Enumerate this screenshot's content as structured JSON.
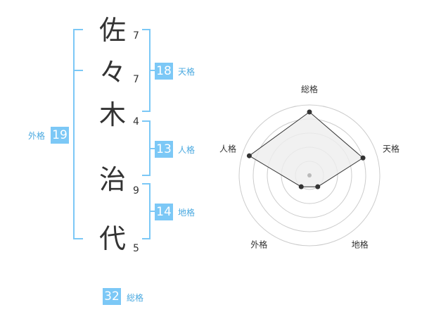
{
  "name": {
    "chars": [
      {
        "char": "佐",
        "strokes": "7"
      },
      {
        "char": "々",
        "strokes": "7"
      },
      {
        "char": "木",
        "strokes": "4"
      },
      {
        "char": "治",
        "strokes": "9"
      },
      {
        "char": "代",
        "strokes": "5"
      }
    ]
  },
  "kakusu": {
    "tenkaku": {
      "label": "天格",
      "value": "18"
    },
    "jinkaku": {
      "label": "人格",
      "value": "13"
    },
    "chikaku": {
      "label": "地格",
      "value": "14"
    },
    "gaikaku": {
      "label": "外格",
      "value": "19"
    },
    "soukaku": {
      "label": "総格",
      "value": "32"
    }
  },
  "chart_data": {
    "type": "radar",
    "axes": [
      "総格",
      "天格",
      "地格",
      "外格",
      "人格"
    ],
    "values": [
      4.5,
      4,
      1,
      1,
      4.5
    ],
    "rmax": 5,
    "rings": 5,
    "colors": {
      "fill": "#eeeeee",
      "line": "#333333",
      "grid": "#cccccc",
      "center": "#bbbbbb"
    }
  }
}
